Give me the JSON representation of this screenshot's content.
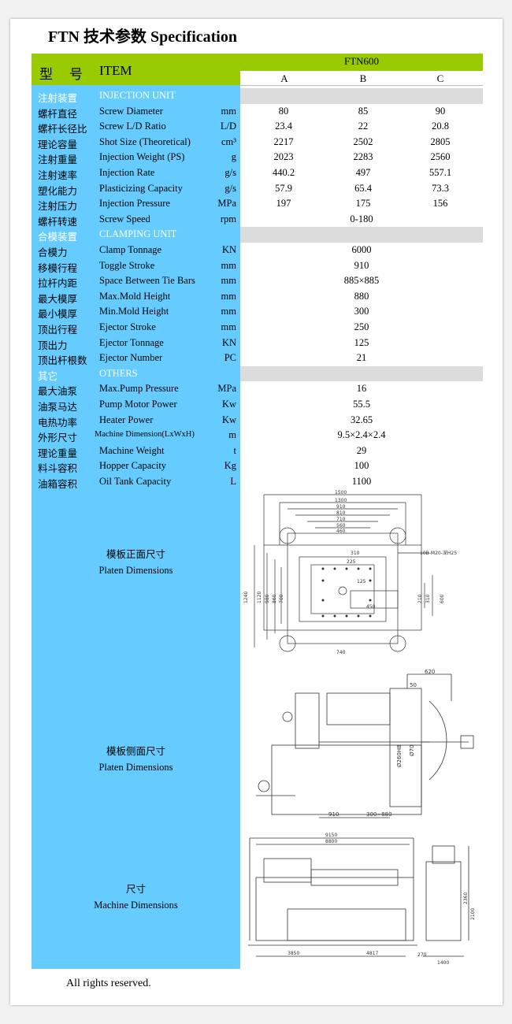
{
  "title": "FTN 技术参数 Specification",
  "header": {
    "item_cn": "型　号",
    "item_en": "ITEM",
    "model": "FTN600",
    "cols": [
      "A",
      "B",
      "C"
    ]
  },
  "rows": [
    {
      "type": "section",
      "cn": "注射装置",
      "en": "INJECTION UNIT"
    },
    {
      "cn": "螺杆直径",
      "en": "Screw Diameter",
      "unit": "mm",
      "a": "80",
      "b": "85",
      "c": "90"
    },
    {
      "cn": "螺杆长径比",
      "en": "Screw L/D Ratio",
      "unit": "L/D",
      "a": "23.4",
      "b": "22",
      "c": "20.8"
    },
    {
      "cn": "理论容量",
      "en": "Shot Size (Theoretical)",
      "unit": "cm³",
      "a": "2217",
      "b": "2502",
      "c": "2805"
    },
    {
      "cn": "注射重量",
      "en": "Injection Weight (PS)",
      "unit": "g",
      "a": "2023",
      "b": "2283",
      "c": "2560"
    },
    {
      "cn": "注射速率",
      "en": "Injection Rate",
      "unit": "g/s",
      "a": "440.2",
      "b": "497",
      "c": "557.1"
    },
    {
      "cn": "塑化能力",
      "en": "Plasticizing Capacity",
      "unit": "g/s",
      "a": "57.9",
      "b": "65.4",
      "c": "73.3"
    },
    {
      "cn": "注射压力",
      "en": "Injection Pressure",
      "unit": "MPa",
      "a": "197",
      "b": "175",
      "c": "156"
    },
    {
      "cn": "螺杆转速",
      "en": "Screw Speed",
      "unit": "rpm",
      "all": "0-180"
    },
    {
      "type": "section",
      "cn": "合模装置",
      "en": "CLAMPING UNIT"
    },
    {
      "cn": "合模力",
      "en": "Clamp Tonnage",
      "unit": "KN",
      "all": "6000"
    },
    {
      "cn": "移模行程",
      "en": "Toggle Stroke",
      "unit": "mm",
      "all": "910"
    },
    {
      "cn": "拉杆内距",
      "en": "Space Between Tie Bars",
      "unit": "mm",
      "all": "885×885"
    },
    {
      "cn": "最大模厚",
      "en": "Max.Mold Height",
      "unit": "mm",
      "all": "880"
    },
    {
      "cn": "最小模厚",
      "en": "Min.Mold Height",
      "unit": "mm",
      "all": "300"
    },
    {
      "cn": "顶出行程",
      "en": "Ejector Stroke",
      "unit": "mm",
      "all": "250"
    },
    {
      "cn": "顶出力",
      "en": "Ejector Tonnage",
      "unit": "KN",
      "all": "125"
    },
    {
      "cn": "顶出杆根数",
      "en": "Ejector Number",
      "unit": "PC",
      "all": "21"
    },
    {
      "type": "section",
      "cn": "其它",
      "en": "OTHERS"
    },
    {
      "cn": "最大油泵",
      "en": "Max.Pump Pressure",
      "unit": "MPa",
      "all": "16"
    },
    {
      "cn": "油泵马达",
      "en": "Pump Motor Power",
      "unit": "Kw",
      "all": "55.5"
    },
    {
      "cn": "电热功率",
      "en": "Heater Power",
      "unit": "Kw",
      "all": "32.65"
    },
    {
      "cn": "外形尺寸",
      "en": "Machine Dimension(LxWxH)",
      "unit": "m",
      "all": "9.5×2.4×2.4",
      "small": true
    },
    {
      "cn": "理论重量",
      "en": "Machine Weight",
      "unit": "t",
      "all": "29"
    },
    {
      "cn": "料斗容积",
      "en": "Hopper Capacity",
      "unit": "Kg",
      "all": "100"
    },
    {
      "cn": "油箱容积",
      "en": "Oil Tank Capacity",
      "unit": "L",
      "all": "1100"
    }
  ],
  "diagrams": [
    {
      "cn": "模板正面尺寸",
      "en": "Platen Dimensions"
    },
    {
      "cn": "模板侧面尺寸",
      "en": "Platen Dimensions"
    },
    {
      "cn": "尺寸",
      "en": "Machine Dimensions"
    }
  ],
  "drawing_labels": {
    "front": [
      "1500",
      "1300",
      "910",
      "810",
      "710",
      "560",
      "460",
      "310",
      "1240",
      "1120",
      "980",
      "860",
      "700",
      "600",
      "310",
      "210",
      "740",
      "125",
      "225",
      "450",
      "10B-M20-深H25"
    ],
    "side": [
      "620",
      "50",
      "Ø260H8",
      "Ø70",
      "910",
      "300~880"
    ],
    "machine": [
      "9150",
      "8800",
      "3850",
      "4817",
      "1400",
      "2100",
      "270",
      "2360"
    ]
  },
  "footer": "All rights reserved."
}
